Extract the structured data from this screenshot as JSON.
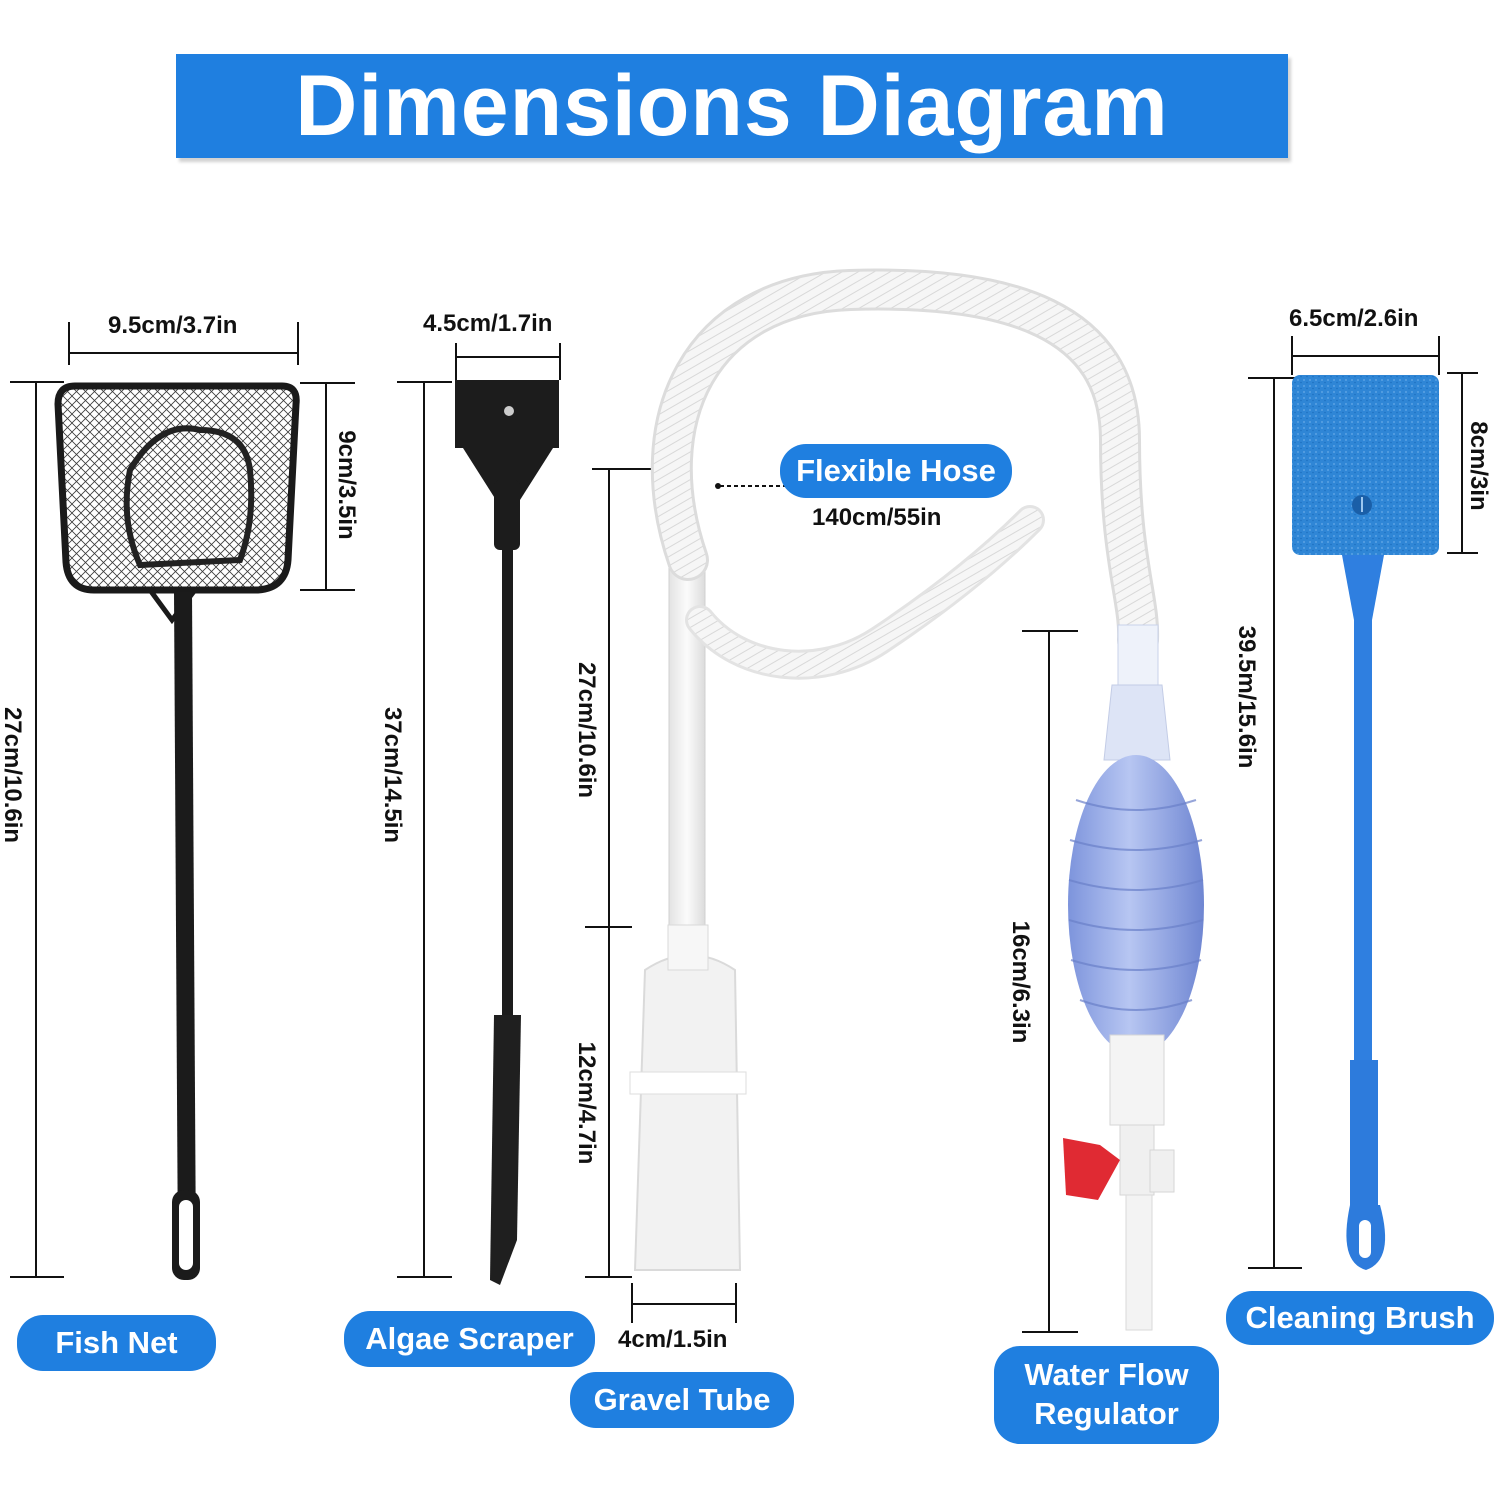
{
  "title": "Dimensions Diagram",
  "items": {
    "fish_net": {
      "label": "Fish Net",
      "width": "9.5cm/3.7in",
      "head_height": "9cm/3.5in",
      "total_length": "27cm/10.6in"
    },
    "algae_scraper": {
      "label": "Algae Scraper",
      "width": "4.5cm/1.7in",
      "total_length": "37cm/14.5in"
    },
    "gravel_tube": {
      "label": "Gravel Tube",
      "tube_length": "27cm/10.6in",
      "cylinder_length": "12cm/4.7in",
      "width": "4cm/1.5in"
    },
    "flexible_hose": {
      "label": "Flexible Hose",
      "length": "140cm/55in"
    },
    "water_flow_regulator": {
      "label_line1": "Water Flow",
      "label_line2": "Regulator",
      "length": "16cm/6.3in"
    },
    "cleaning_brush": {
      "label": "Cleaning Brush",
      "width": "6.5cm/2.6in",
      "head_height": "8cm/3in",
      "total_length": "39.5m/15.6in"
    }
  },
  "colors": {
    "accent": "#1f7fe0",
    "sponge": "#2f86d6",
    "valve": "#e02a33",
    "bulb": "#8fa6e6"
  }
}
